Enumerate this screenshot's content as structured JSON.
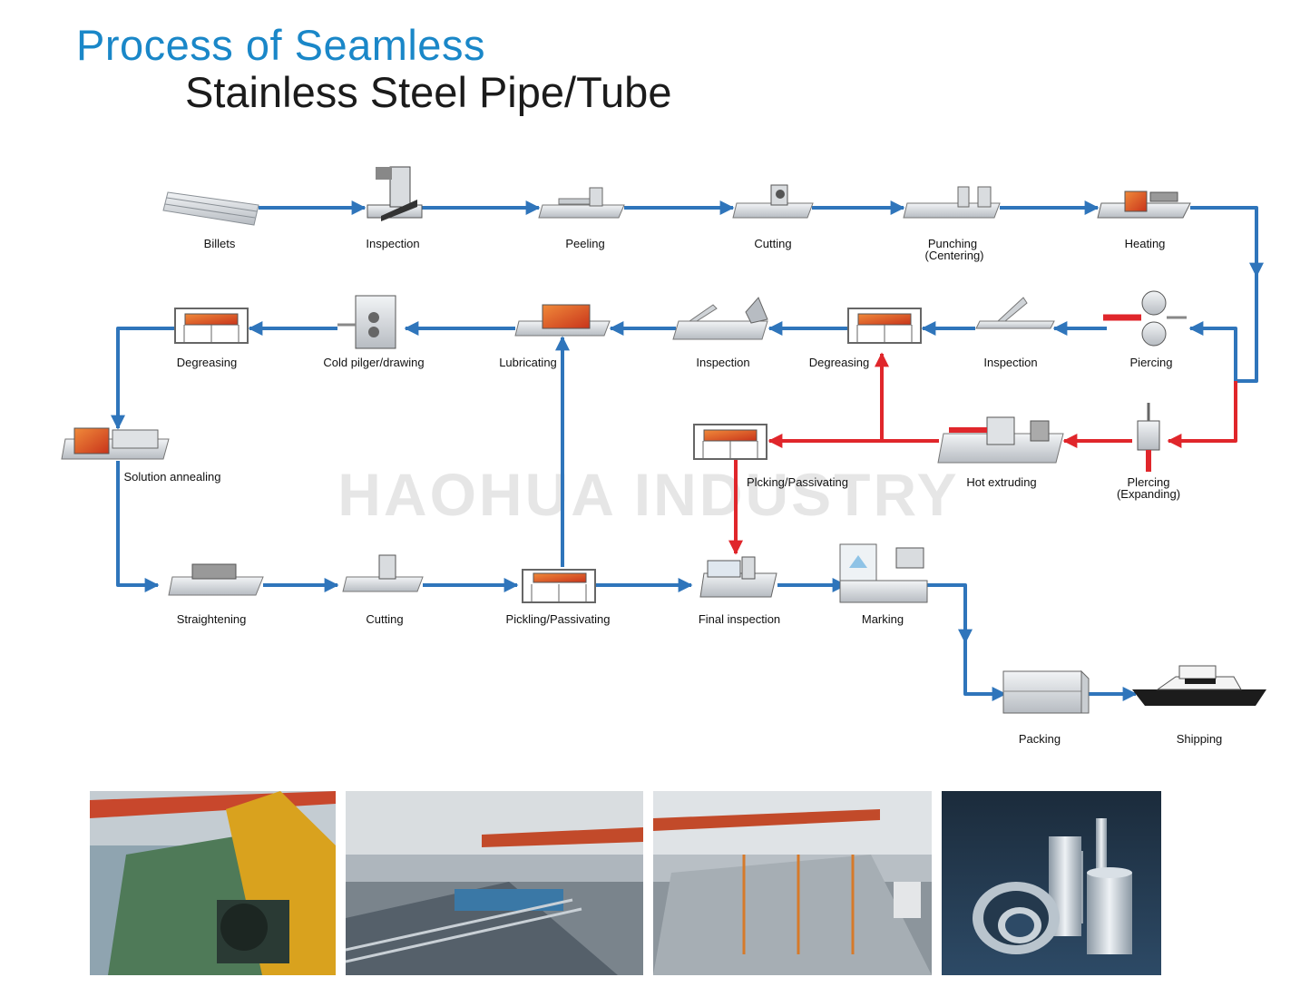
{
  "title": {
    "line1": "Process of Seamless",
    "line2": "Stainless Steel Pipe/Tube"
  },
  "watermark": "HAOHUA INDUSTRY",
  "colors": {
    "blue_flow": "#2f75bb",
    "red_flow": "#e0262b",
    "title_blue": "#1a87c8"
  },
  "steps": {
    "billets": "Billets",
    "inspection1": "Inspection",
    "peeling": "Peeling",
    "cutting1": "Cutting",
    "punching_l1": "Punching",
    "punching_l2": "(Centering)",
    "heating": "Heating",
    "piercing": "Piercing",
    "inspection2": "Inspection",
    "degreasing2": "Degreasing",
    "inspection3": "Inspection",
    "lubricating": "Lubricating",
    "cold_pilger": "Cold pilger/drawing",
    "degreasing1": "Degreasing",
    "solution_annealing": "Solution annealing",
    "picking_passivating": "Plcking/Passivating",
    "hot_extruding": "Hot extruding",
    "piercing_exp_l1": "Plercing",
    "piercing_exp_l2": "(Expanding)",
    "straightening": "Straightening",
    "cutting2": "Cutting",
    "pickling_passivating": "Pickling/Passivating",
    "final_inspection": "Final inspection",
    "marking": "Marking",
    "packing": "Packing",
    "shipping": "Shipping"
  }
}
